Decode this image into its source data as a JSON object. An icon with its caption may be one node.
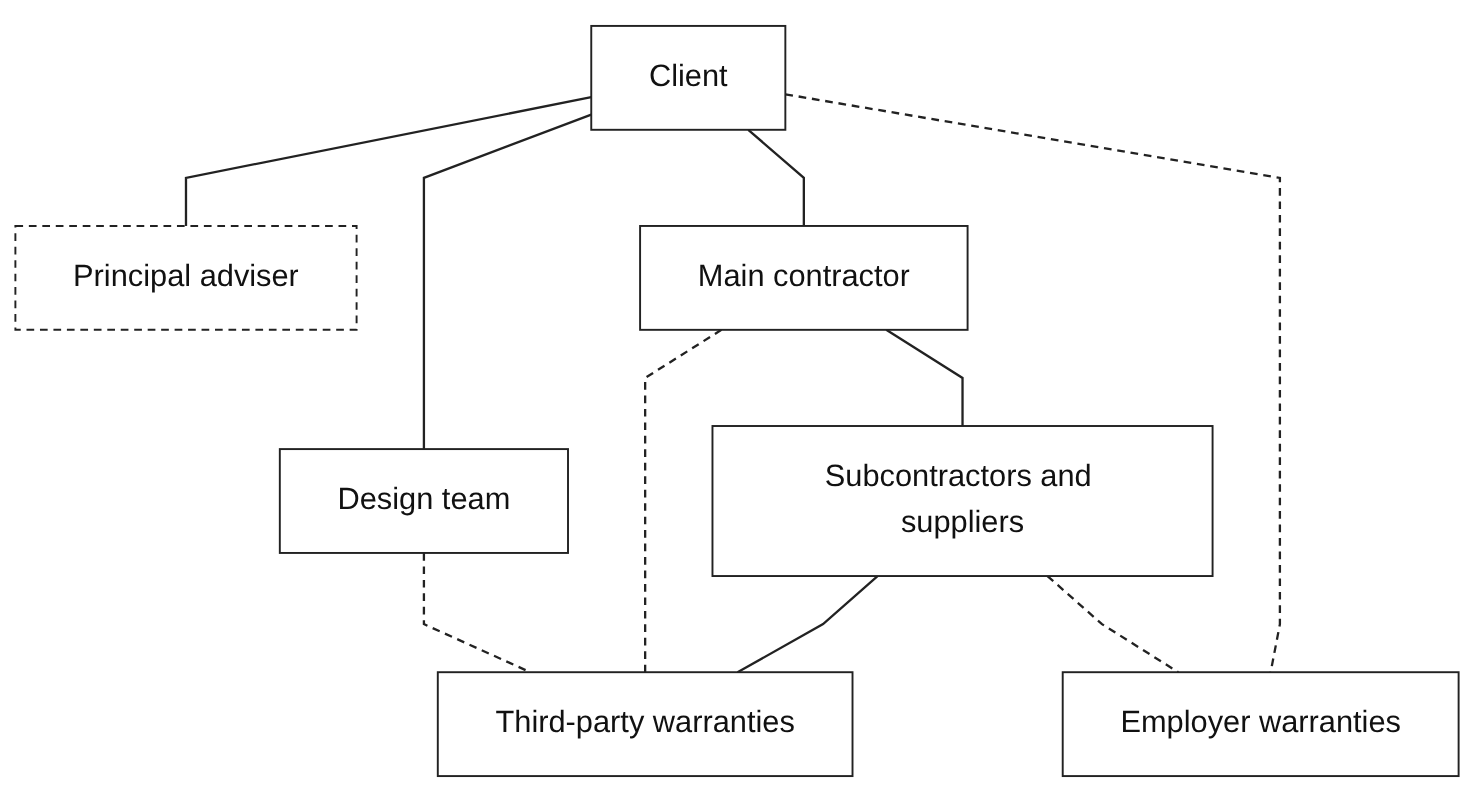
{
  "diagram": {
    "nodes": [
      {
        "text": [
          "Client"
        ]
      },
      {
        "text": [
          "Principal adviser"
        ]
      },
      {
        "text": [
          "Design team"
        ]
      },
      {
        "text": [
          "Main contractor"
        ]
      },
      {
        "text": [
          "Subcontractors and suppliers"
        ]
      },
      {
        "text": [
          "Employer warranties"
        ]
      },
      {
        "text": [
          "Third-party warranties"
        ]
      }
    ],
    "edges": [
      {
        "from": 0,
        "to": 1,
        "arrow": "none"
      },
      {
        "from": 0,
        "to": 2,
        "arrow": "none"
      },
      {
        "from": 0,
        "to": 3,
        "arrow": "none"
      },
      {
        "from": 3,
        "to": 4,
        "arrow": "none"
      },
      {
        "from": 4,
        "to": 6,
        "arrow": "none"
      },
      {
        "from": 0,
        "to": 5,
        "arrow": "none",
        "style": "dashed"
      },
      {
        "from": 4,
        "to": 5,
        "arrow": "none",
        "style": "dashed"
      },
      {
        "from": 3,
        "to": 6,
        "arrow": "none",
        "style": "dashed"
      },
      {
        "from": 2,
        "to": 6,
        "arrow": "none",
        "style": "dashed"
      }
    ]
  }
}
